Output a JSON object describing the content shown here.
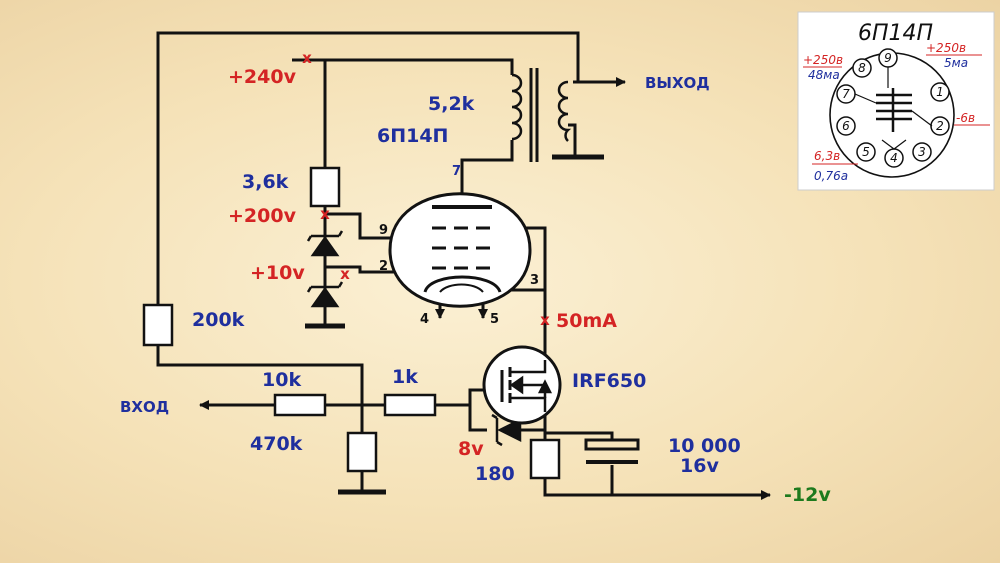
{
  "colors": {
    "wire": "#121212",
    "blue_label": "#1f2f9e",
    "red_label": "#d42424",
    "green_label": "#1d7a1d",
    "tube_fill": "#ffffff",
    "resistor_fill": "#ffffff"
  },
  "labels": {
    "v240": "+240v",
    "v200": "+200v",
    "v10": "+10v",
    "r_out": "5,2k",
    "tube_name": "6П14П",
    "r_3k6": "3,6k",
    "r_200k": "200k",
    "r_10k": "10k",
    "r_1k": "1k",
    "r_470k": "470k",
    "r_180": "180",
    "v8": "8v",
    "mosfet": "IRF650",
    "current": "50mA",
    "cap_value": "10 000",
    "cap_voltage": "16v",
    "neg12": "-12v",
    "input": "ВХОД",
    "output": "ВЫХОД",
    "pin7": "7",
    "pin9": "9",
    "pin2": "2",
    "pin3": "3",
    "pin4": "4",
    "pin5": "5",
    "marker": "x"
  },
  "inset": {
    "title": "6П14П",
    "left_top_voltage": "+250в",
    "left_top_current": "48ма",
    "right_top_voltage": "+250в",
    "right_top_current": "5ма",
    "right_voltage": "-6в",
    "bottom_voltage": "6,3в",
    "bottom_current": "0,76а",
    "pins": [
      "1",
      "2",
      "3",
      "4",
      "5",
      "6",
      "7",
      "8",
      "9"
    ]
  }
}
